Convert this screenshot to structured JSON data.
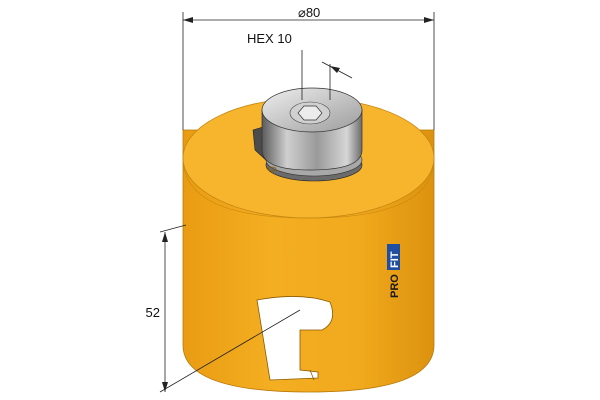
{
  "dimensions": {
    "diameter_symbol": "⌀",
    "diameter_value": "80",
    "hex_label": "HEX 10",
    "height_value": "52"
  },
  "brand": {
    "name": "PROFIT",
    "logo_text": "PRO",
    "logo_mark": "FIT"
  },
  "colors": {
    "body": "#f0a81c",
    "body_shadow": "#d98f0c",
    "top": "#f5b52a",
    "metal_light": "#c9c9c9",
    "metal_dark": "#5a5a5a",
    "brand_blue": "#1f4fa3"
  },
  "icons": {
    "hex_socket": "hexagon-socket-icon"
  }
}
